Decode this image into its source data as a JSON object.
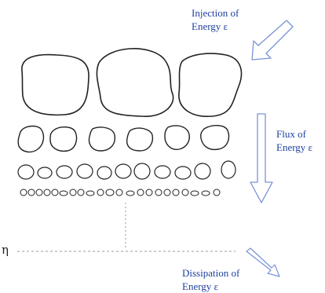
{
  "labels": {
    "injection_line1": "Injection of",
    "injection_line2": "Energy ε",
    "flux_line1": "Flux of",
    "flux_line2": "Energy ε",
    "dissipation_line1": "Dissipation of",
    "dissipation_line2": "Energy ε",
    "eta": "η"
  },
  "colors": {
    "text": "#1f3fa0",
    "arrow": "#7a93d6",
    "eddy": "#222222",
    "dashed": "#999999"
  },
  "eddy_rows": [
    {
      "name": "large-eddies",
      "count": 3
    },
    {
      "name": "medium-eddies",
      "count": 6
    },
    {
      "name": "small-eddies",
      "count": 11
    },
    {
      "name": "smallest-eddies",
      "count": 22
    }
  ]
}
